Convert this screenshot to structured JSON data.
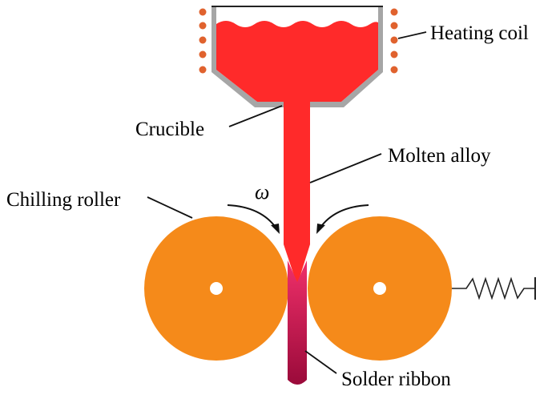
{
  "labels": {
    "heating_coil": "Heating coil",
    "crucible": "Crucible",
    "molten_alloy": "Molten alloy",
    "chilling_roller": "Chilling roller",
    "omega": "ω",
    "solder_ribbon": "Solder ribbon"
  },
  "colors": {
    "melt": "#ff2a2a",
    "crucible_wall": "#a6a6a6",
    "coil": "#e0622e",
    "roller": "#f58a1a",
    "ribbon_top": "#f0306a",
    "ribbon_bottom": "#9a0a3a"
  }
}
